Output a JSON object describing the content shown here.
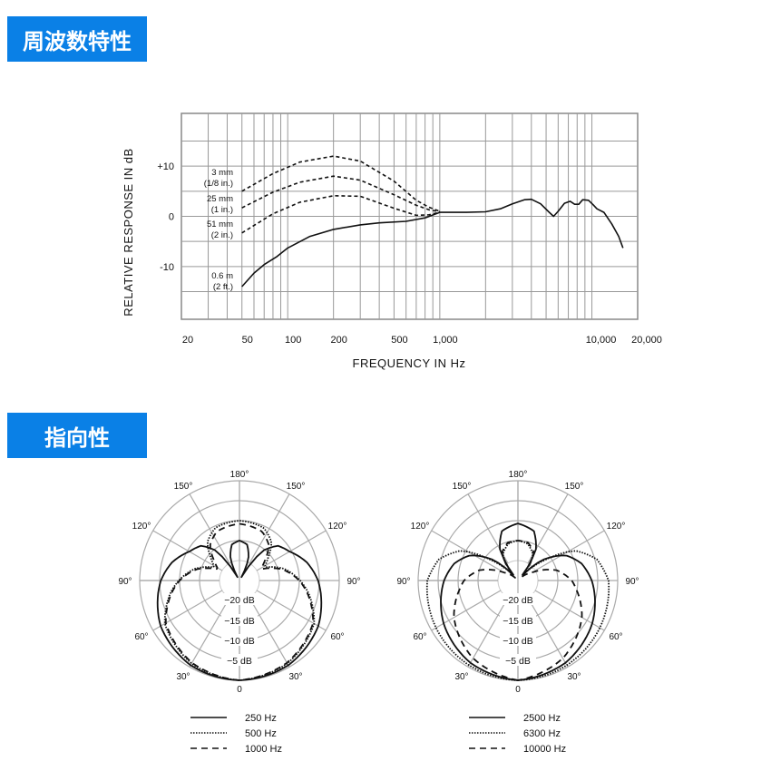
{
  "sections": {
    "frequency_title": "周波数特性",
    "polar_title": "指向性"
  },
  "chart_data": [
    {
      "type": "line",
      "xscale": "log",
      "xlabel": "FREQUENCY IN Hz",
      "ylabel": "RELATIVE RESPONSE IN dB",
      "xlim": [
        20,
        20000
      ],
      "ylim": [
        -20.5,
        20.5
      ],
      "x_tick_labels": [
        {
          "value": 20,
          "label": "20"
        },
        {
          "value": 50,
          "label": "50"
        },
        {
          "value": 100,
          "label": "100"
        },
        {
          "value": 200,
          "label": "200"
        },
        {
          "value": 500,
          "label": "500"
        },
        {
          "value": 1000,
          "label": "1,000"
        },
        {
          "value": 10000,
          "label": "10,000"
        },
        {
          "value": 20000,
          "label": "20,000"
        }
      ],
      "y_tick_labels": [
        {
          "value": 10,
          "label": "+10"
        },
        {
          "value": 0,
          "label": "0"
        },
        {
          "value": -10,
          "label": "-10"
        }
      ],
      "grid": true,
      "series": [
        {
          "name": "3 mm",
          "sub": "(1/8 in.)",
          "style": "dashed",
          "points": [
            [
              50,
              5
            ],
            [
              80,
              8.5
            ],
            [
              120,
              10.8
            ],
            [
              200,
              12
            ],
            [
              300,
              11
            ],
            [
              500,
              7
            ],
            [
              700,
              3.2
            ],
            [
              850,
              1.8
            ],
            [
              1000,
              1
            ]
          ]
        },
        {
          "name": "25 mm",
          "sub": "(1 in.)",
          "style": "dashed",
          "points": [
            [
              50,
              1.7
            ],
            [
              80,
              4.8
            ],
            [
              120,
              6.8
            ],
            [
              200,
              8
            ],
            [
              300,
              7.2
            ],
            [
              500,
              4.3
            ],
            [
              700,
              2.2
            ],
            [
              850,
              1.3
            ],
            [
              1000,
              0.9
            ]
          ]
        },
        {
          "name": "51 mm",
          "sub": "(2 in.)",
          "style": "dashed",
          "points": [
            [
              50,
              -3.3
            ],
            [
              80,
              0.5
            ],
            [
              120,
              2.8
            ],
            [
              200,
              4.1
            ],
            [
              300,
              4
            ],
            [
              500,
              1.6
            ],
            [
              700,
              0.2
            ],
            [
              850,
              0.3
            ],
            [
              1000,
              0.8
            ]
          ]
        },
        {
          "name": "0.6 m",
          "sub": "(2 ft.)",
          "style": "solid",
          "points": [
            [
              50,
              -14
            ],
            [
              60,
              -11.3
            ],
            [
              70,
              -9.6
            ],
            [
              85,
              -8
            ],
            [
              100,
              -6.3
            ],
            [
              140,
              -4
            ],
            [
              200,
              -2.6
            ],
            [
              300,
              -1.7
            ],
            [
              400,
              -1.3
            ],
            [
              600,
              -1
            ],
            [
              800,
              -0.3
            ],
            [
              1000,
              0.8
            ],
            [
              1500,
              0.8
            ],
            [
              2000,
              0.9
            ],
            [
              2500,
              1.5
            ],
            [
              3000,
              2.5
            ],
            [
              3600,
              3.3
            ],
            [
              4000,
              3.4
            ],
            [
              4600,
              2.5
            ],
            [
              5200,
              0.9
            ],
            [
              5600,
              0
            ],
            [
              6000,
              1
            ],
            [
              6600,
              2.6
            ],
            [
              7200,
              3
            ],
            [
              7700,
              2.4
            ],
            [
              8200,
              2.4
            ],
            [
              8700,
              3.3
            ],
            [
              9500,
              3.2
            ],
            [
              10200,
              2.3
            ],
            [
              10800,
              1.5
            ],
            [
              12000,
              0.8
            ],
            [
              13500,
              -1.5
            ],
            [
              15000,
              -4
            ],
            [
              16000,
              -6.3
            ]
          ]
        }
      ]
    },
    {
      "type": "polar",
      "angle_labels": [
        "180°",
        "150°",
        "150°",
        "120°",
        "120°",
        "90°",
        "90°",
        "60°",
        "60°",
        "30°",
        "30°",
        "0"
      ],
      "ring_labels": [
        "−20 dB",
        "−15 dB",
        "−10 dB",
        "−5 dB"
      ],
      "rlim_db": [
        -25,
        0
      ],
      "series": [
        {
          "name": "250 Hz",
          "style": "solid",
          "points": [
            [
              0,
              0
            ],
            [
              30,
              -0.5
            ],
            [
              60,
              -2.2
            ],
            [
              90,
              -5.3
            ],
            [
              105,
              -7.5
            ],
            [
              120,
              -10.5
            ],
            [
              132,
              -12
            ],
            [
              142,
              -15.5
            ],
            [
              150,
              -24
            ],
            [
              158,
              -19
            ],
            [
              168,
              -15.8
            ],
            [
              180,
              -15
            ]
          ]
        },
        {
          "name": "500 Hz",
          "style": "dotted",
          "points": [
            [
              0,
              0
            ],
            [
              30,
              -1
            ],
            [
              60,
              -3.4
            ],
            [
              80,
              -7.5
            ],
            [
              90,
              -9.8
            ],
            [
              105,
              -13.5
            ],
            [
              118,
              -18
            ],
            [
              128,
              -16
            ],
            [
              140,
              -12.5
            ],
            [
              155,
              -10.5
            ],
            [
              180,
              -10
            ]
          ]
        },
        {
          "name": "1000 Hz",
          "style": "dashed",
          "points": [
            [
              0,
              0
            ],
            [
              30,
              -1.2
            ],
            [
              60,
              -3.7
            ],
            [
              80,
              -7.8
            ],
            [
              90,
              -10
            ],
            [
              105,
              -14
            ],
            [
              118,
              -19
            ],
            [
              128,
              -17
            ],
            [
              140,
              -13.5
            ],
            [
              155,
              -11.5
            ],
            [
              180,
              -10.8
            ]
          ]
        }
      ]
    },
    {
      "type": "polar",
      "angle_labels": [
        "180°",
        "150°",
        "150°",
        "120°",
        "120°",
        "90°",
        "90°",
        "60°",
        "60°",
        "30°",
        "30°",
        "0"
      ],
      "ring_labels": [
        "−20 dB",
        "−15 dB",
        "−10 dB",
        "−5 dB"
      ],
      "rlim_db": [
        -25,
        0
      ],
      "series": [
        {
          "name": "2500 Hz",
          "style": "solid",
          "points": [
            [
              0,
              0
            ],
            [
              30,
              -1.2
            ],
            [
              60,
              -3.5
            ],
            [
              90,
              -6.5
            ],
            [
              105,
              -8.5
            ],
            [
              118,
              -11.5
            ],
            [
              130,
              -17
            ],
            [
              140,
              -24
            ],
            [
              150,
              -16
            ],
            [
              162,
              -12
            ],
            [
              180,
              -10.7
            ]
          ]
        },
        {
          "name": "6300 Hz",
          "style": "dotted",
          "points": [
            [
              0,
              0
            ],
            [
              30,
              -0.5
            ],
            [
              60,
              -1.3
            ],
            [
              90,
              -2.3
            ],
            [
              105,
              -4.5
            ],
            [
              118,
              -9
            ],
            [
              128,
              -17
            ],
            [
              138,
              -23
            ],
            [
              150,
              -17.5
            ],
            [
              165,
              -15.5
            ],
            [
              180,
              -15
            ]
          ]
        },
        {
          "name": "10000 Hz",
          "style": "dashed",
          "points": [
            [
              0,
              0
            ],
            [
              30,
              -2.5
            ],
            [
              60,
              -6.5
            ],
            [
              80,
              -10
            ],
            [
              90,
              -11.5
            ],
            [
              105,
              -15
            ],
            [
              120,
              -21
            ],
            [
              135,
              -24
            ],
            [
              150,
              -17
            ],
            [
              165,
              -15.2
            ],
            [
              180,
              -15
            ]
          ]
        }
      ]
    }
  ]
}
